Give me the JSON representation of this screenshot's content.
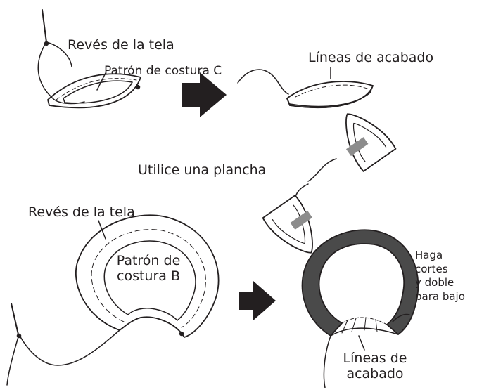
{
  "labels": {
    "reves_top": "Revés de la tela",
    "patron_c": "Patrón de costura C",
    "lineas_top": "Líneas de acabado",
    "plancha": "Utilice una plancha",
    "reves_bottom": "Revés de la tela",
    "patron_b_line1": "Patrón de",
    "patron_b_line2": "costura B",
    "haga_line1": "Haga",
    "haga_line2": "cortes",
    "haga_line3": "y doble",
    "haga_line4": "para bajo",
    "lineas_bottom_line1": "Líneas de",
    "lineas_bottom_line2": "acabado"
  },
  "colors": {
    "ink": "#231f20",
    "iron_stripe": "#8c8c8c",
    "fold_gray": "#9a9a9a",
    "ring_dark": "#4a4a4a"
  }
}
